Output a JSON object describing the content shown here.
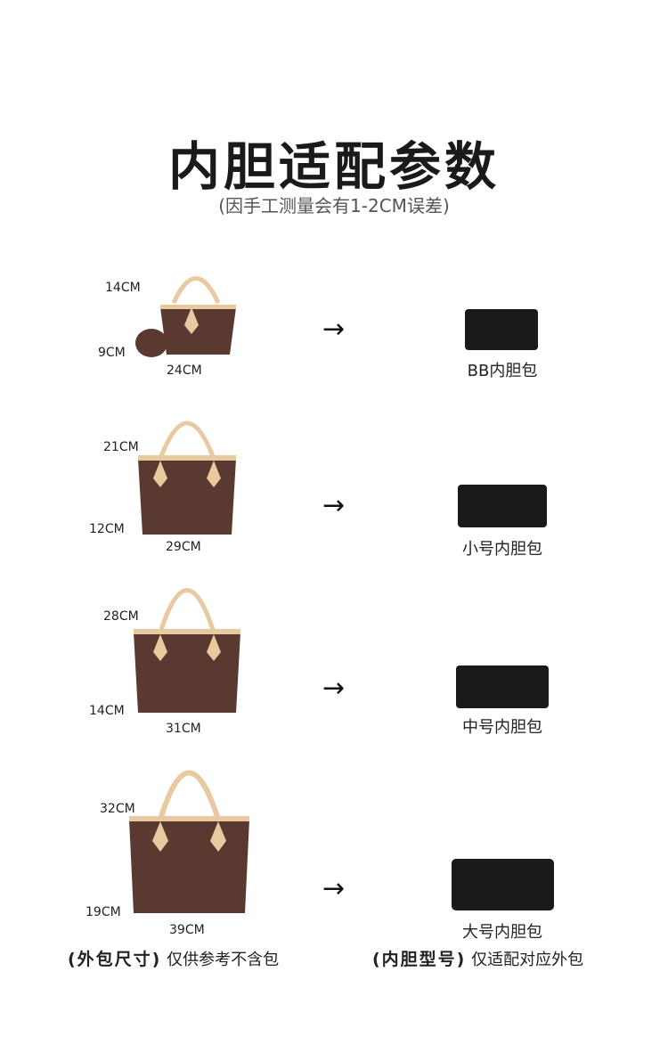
{
  "header": {
    "title": "内胆适配参数",
    "subtitle": "(因手工测量会有1-2CM误差)"
  },
  "rows": [
    {
      "height": "14CM",
      "depth": "9CM",
      "width": "24CM",
      "liner": "BB内胆包"
    },
    {
      "height": "21CM",
      "depth": "12CM",
      "width": "29CM",
      "liner": "小号内胆包"
    },
    {
      "height": "28CM",
      "depth": "14CM",
      "width": "31CM",
      "liner": "中号内胆包"
    },
    {
      "height": "32CM",
      "depth": "19CM",
      "width": "39CM",
      "liner": "大号内胆包"
    }
  ],
  "arrow_glyph": "→",
  "footer": {
    "left_bold": "(外包尺寸)",
    "left_note": "仅供参考不含包",
    "right_bold": "(内胆型号)",
    "right_note": "仅适配对应外包"
  },
  "colors": {
    "bag_canvas": "#5a3a30",
    "bag_leather": "#e8c9a0",
    "liner": "#1a1a1a"
  }
}
